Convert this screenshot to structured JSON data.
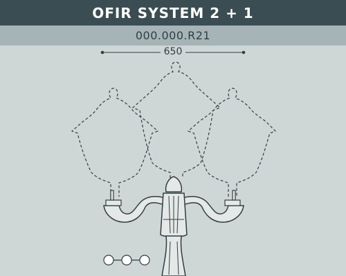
{
  "header": {
    "title": "OFIR SYSTEM 2 + 1",
    "code": "000.000.R21"
  },
  "dimension": {
    "width_label": "650"
  },
  "icons": {
    "configuration": "three-circles-icon"
  },
  "colors": {
    "title_bg": "#3a4d52",
    "code_bg": "#a6b4b7",
    "canvas_bg": "#cfd6d6",
    "outline": "#2f3e42"
  }
}
